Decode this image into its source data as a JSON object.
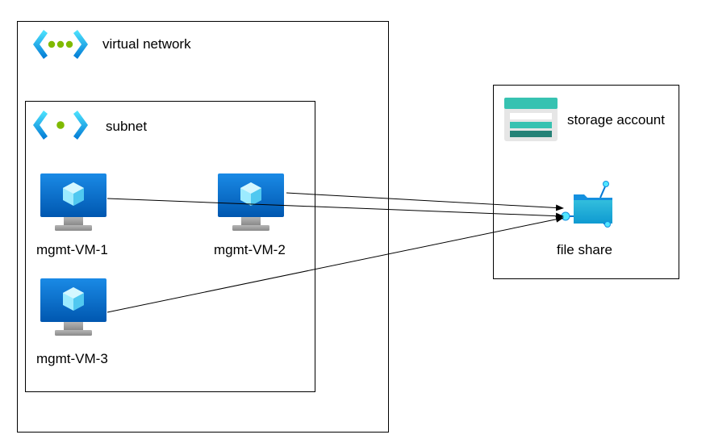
{
  "virtual_network": {
    "label": "virtual network",
    "icon": "virtual-network-icon"
  },
  "subnet": {
    "label": "subnet",
    "icon": "subnet-icon"
  },
  "vms": [
    {
      "label": "mgmt-VM-1",
      "icon": "virtual-machine-icon"
    },
    {
      "label": "mgmt-VM-2",
      "icon": "virtual-machine-icon"
    },
    {
      "label": "mgmt-VM-3",
      "icon": "virtual-machine-icon"
    }
  ],
  "storage_account": {
    "label": "storage account",
    "icon": "storage-account-icon"
  },
  "file_share": {
    "label": "file share",
    "icon": "file-share-icon"
  },
  "connections": [
    {
      "from": "mgmt-VM-1",
      "to": "file share"
    },
    {
      "from": "mgmt-VM-2",
      "to": "file share"
    },
    {
      "from": "mgmt-VM-3",
      "to": "file share"
    }
  ],
  "colors": {
    "azure_blue": "#0078d4",
    "azure_light_blue": "#50e6ff",
    "vnet_green": "#7fba00",
    "storage_teal": "#37c2b1"
  }
}
